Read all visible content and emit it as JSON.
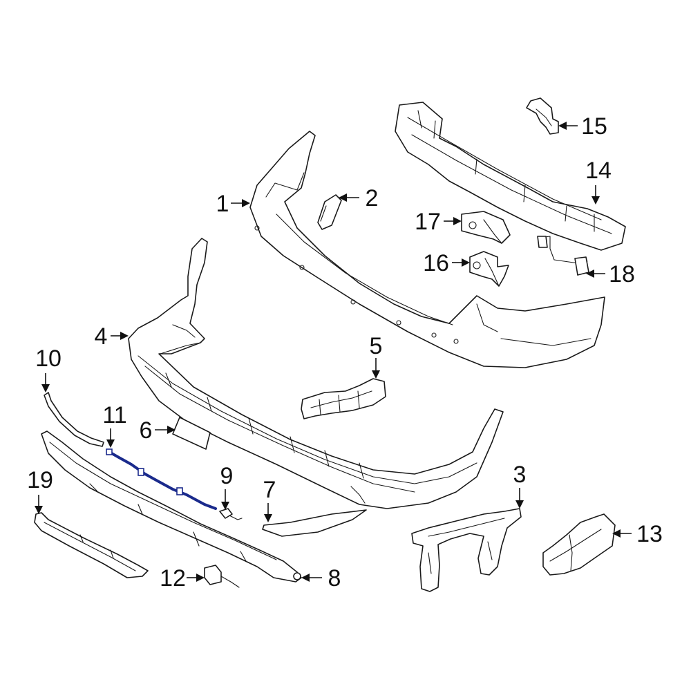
{
  "highlight_color": "#1a2a8c",
  "callouts": [
    {
      "id": "1",
      "text": "1"
    },
    {
      "id": "2",
      "text": "2"
    },
    {
      "id": "3",
      "text": "3"
    },
    {
      "id": "4",
      "text": "4"
    },
    {
      "id": "5",
      "text": "5"
    },
    {
      "id": "6",
      "text": "6"
    },
    {
      "id": "7",
      "text": "7"
    },
    {
      "id": "8",
      "text": "8"
    },
    {
      "id": "9",
      "text": "9"
    },
    {
      "id": "10",
      "text": "10"
    },
    {
      "id": "11",
      "text": "11"
    },
    {
      "id": "12",
      "text": "12"
    },
    {
      "id": "13",
      "text": "13"
    },
    {
      "id": "14",
      "text": "14"
    },
    {
      "id": "15",
      "text": "15"
    },
    {
      "id": "16",
      "text": "16"
    },
    {
      "id": "17",
      "text": "17"
    },
    {
      "id": "18",
      "text": "18"
    },
    {
      "id": "19",
      "text": "19"
    }
  ]
}
